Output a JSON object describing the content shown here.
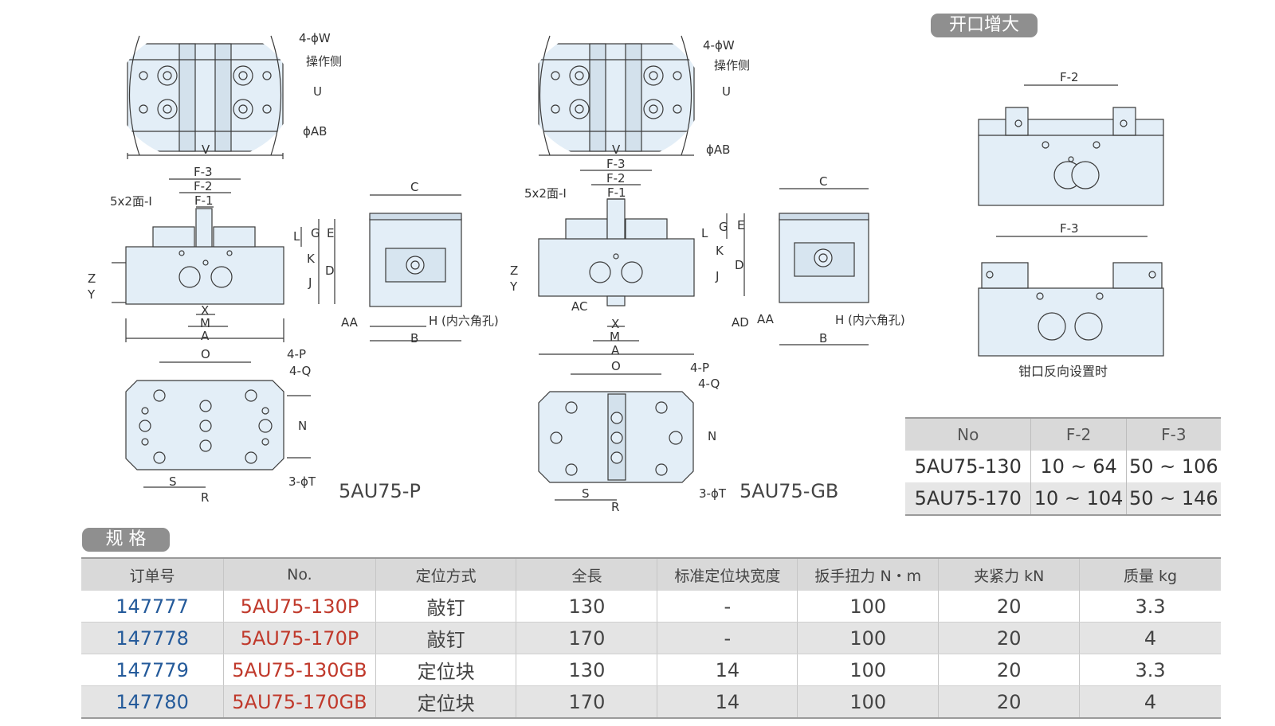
{
  "badges": {
    "opening_enlarge": "开口增大",
    "specs": "规 格"
  },
  "captions": {
    "model_p": "5AU75-P",
    "model_gb": "5AU75-GB",
    "reverse_jaw": "钳口反向设置时"
  },
  "drawing_labels": {
    "w": "4-ϕW",
    "operation_side": "操作侧",
    "u": "U",
    "ab": "ϕAB",
    "v": "V",
    "f3": "F-3",
    "f2": "F-2",
    "f1": "F-1",
    "face": "5x2面-I",
    "c": "C",
    "l": "L",
    "g": "G",
    "e": "E",
    "k": "K",
    "d": "D",
    "j": "J",
    "z": "Z",
    "y": "Y",
    "x": "X",
    "m": "M",
    "a": "A",
    "aa": "AA",
    "h": "H (内六角孔)",
    "b": "B",
    "o": "O",
    "p": "4-P",
    "q": "4-Q",
    "n": "N",
    "s": "S",
    "r": "R",
    "t": "3-ϕT",
    "ac": "AC",
    "ad": "AD"
  },
  "opening_table": {
    "headers": [
      "No",
      "F-2",
      "F-3"
    ],
    "rows": [
      [
        "5AU75-130",
        "10 ~  64",
        "50 ~ 106"
      ],
      [
        "5AU75-170",
        "10 ~ 104",
        "50 ~ 146"
      ]
    ]
  },
  "spec_table": {
    "headers": [
      "订单号",
      "No.",
      "定位方式",
      "全長",
      "标准定位块宽度",
      "扳手扭力 N・m",
      "夹紧力 kN",
      "质量 kg"
    ],
    "rows": [
      [
        "147777",
        "5AU75-130P",
        "敲钉",
        "130",
        "-",
        "100",
        "20",
        "3.3"
      ],
      [
        "147778",
        "5AU75-170P",
        "敲钉",
        "170",
        "-",
        "100",
        "20",
        "4"
      ],
      [
        "147779",
        "5AU75-130GB",
        "定位块",
        "130",
        "14",
        "100",
        "20",
        "3.3"
      ],
      [
        "147780",
        "5AU75-170GB",
        "定位块",
        "170",
        "14",
        "100",
        "20",
        "4"
      ]
    ]
  },
  "colors": {
    "part_fill": "#e3eef7",
    "line": "#3a3a3a",
    "badge": "#8f8f8f",
    "order_no": "#245a9a",
    "model_no": "#c0392b"
  }
}
